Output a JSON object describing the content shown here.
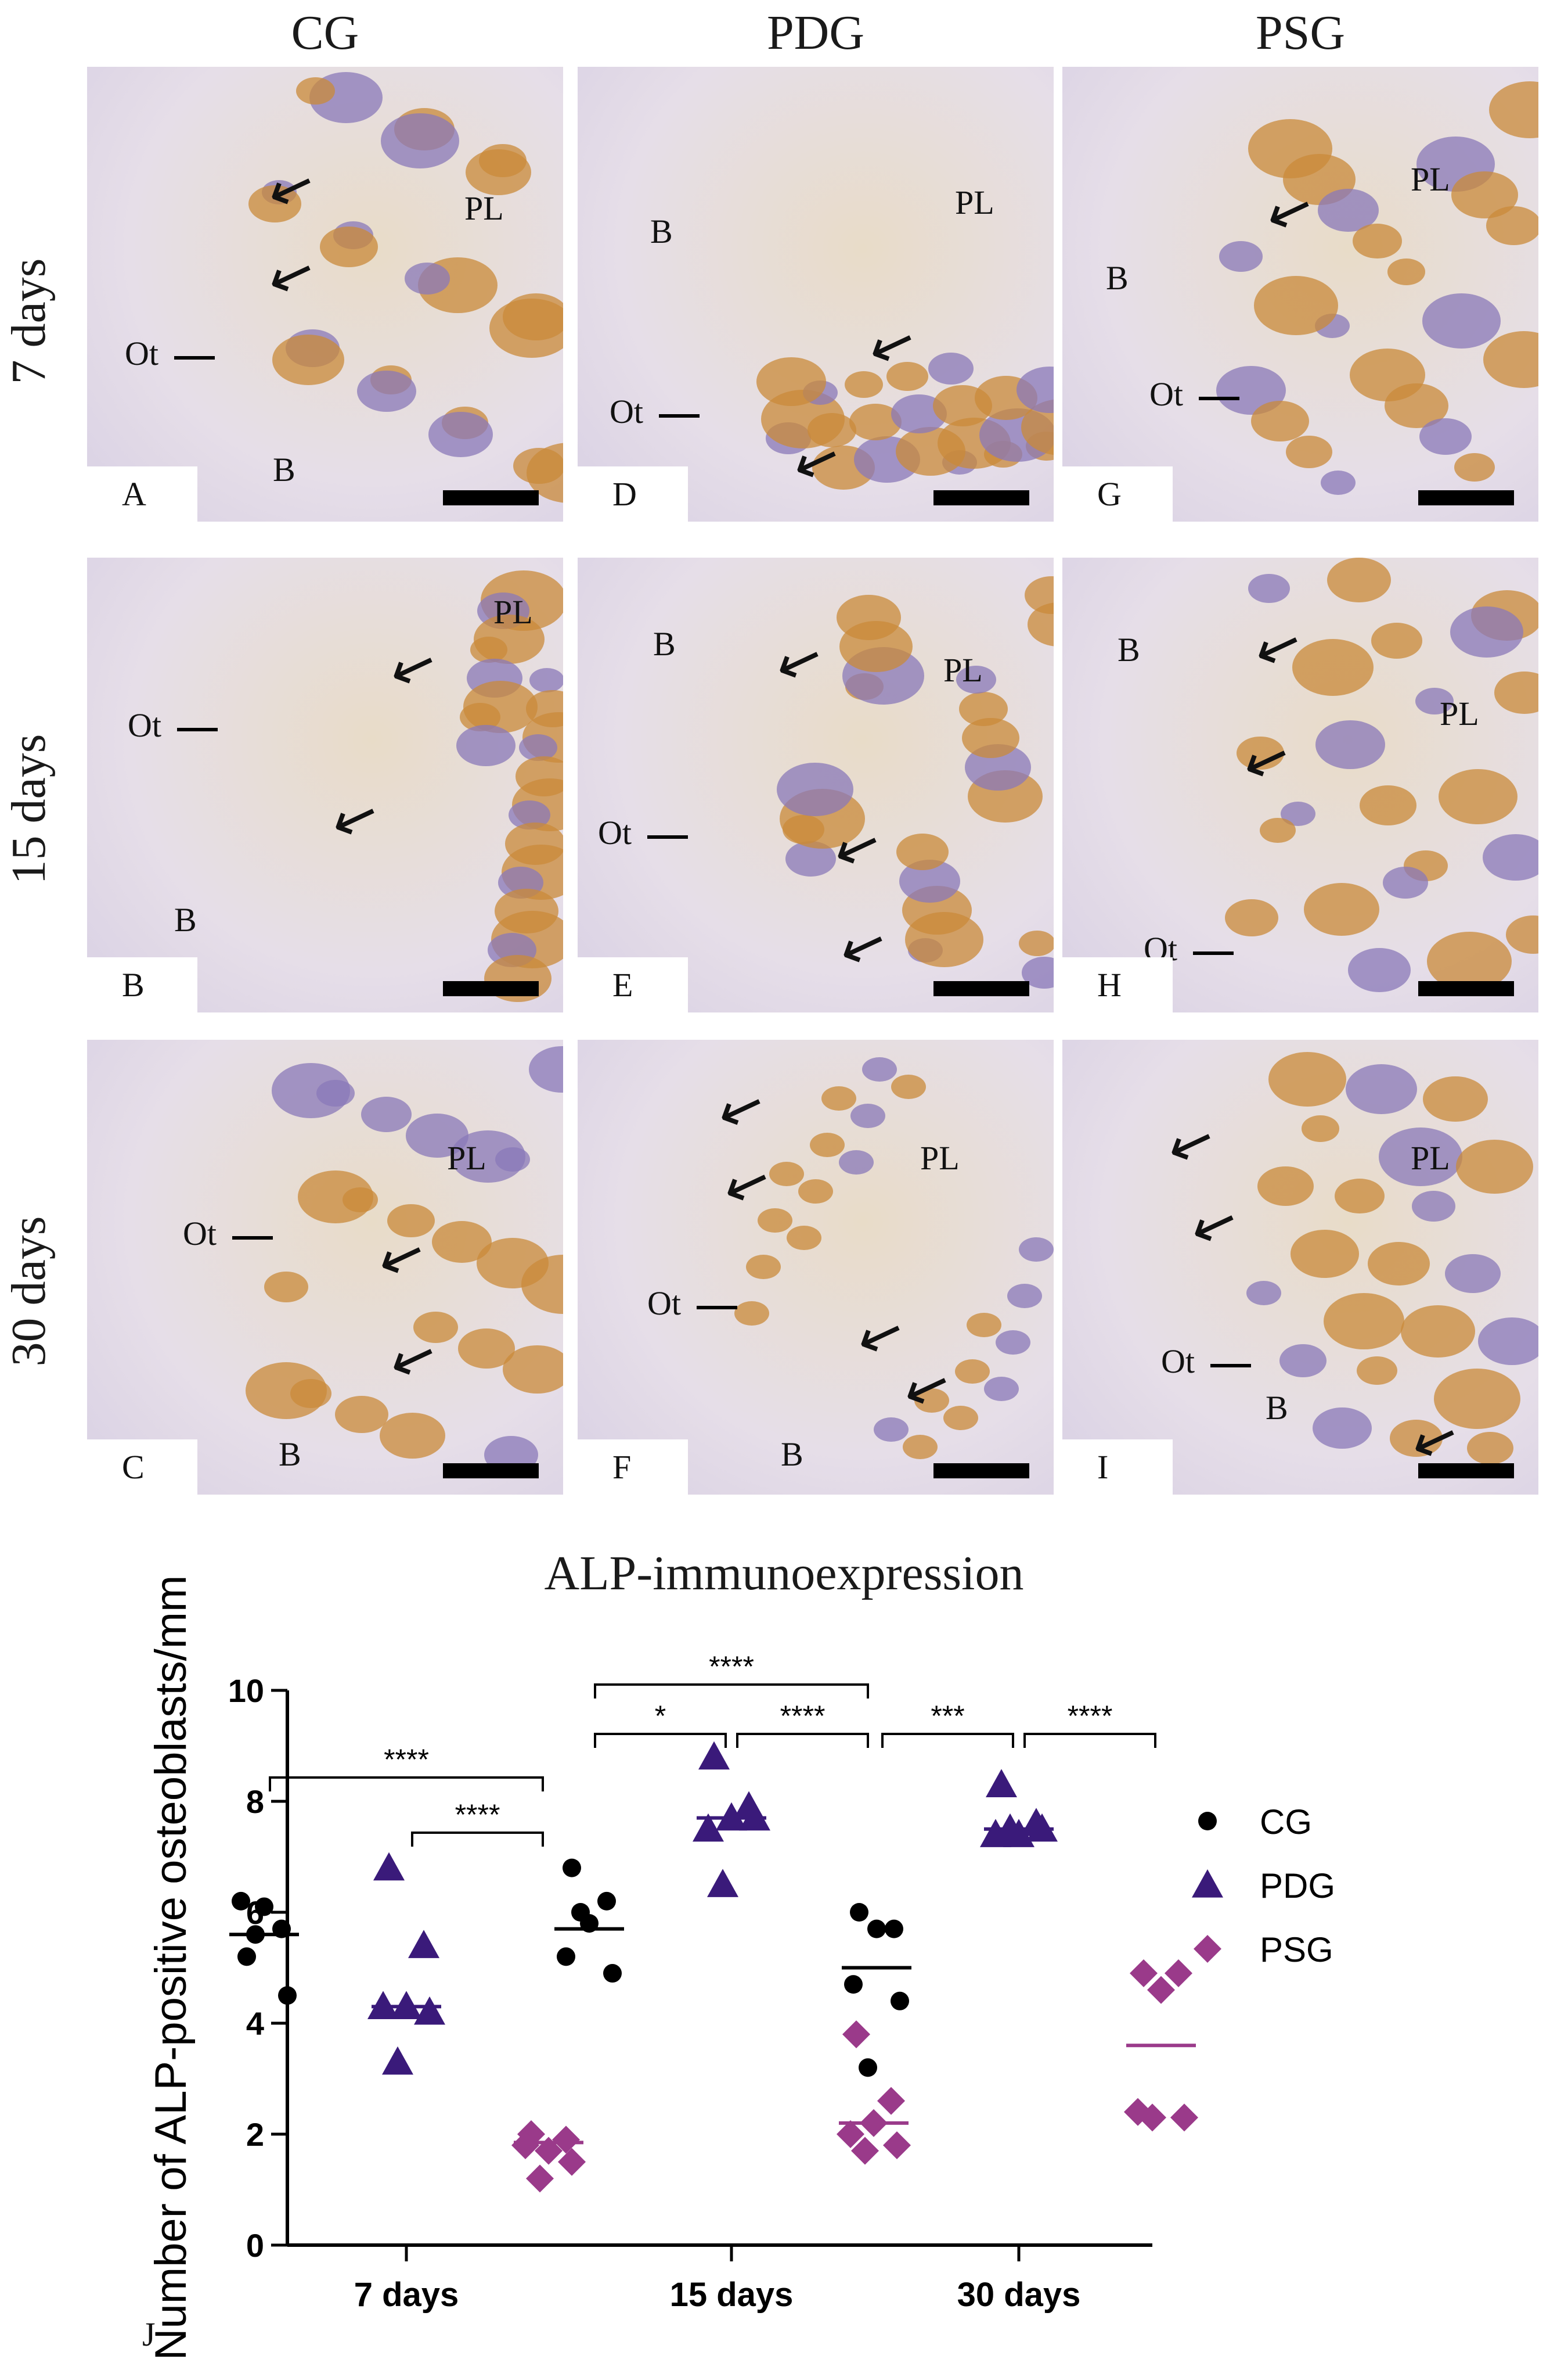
{
  "columns": [
    "CG",
    "PDG",
    "PSG"
  ],
  "rows": [
    "7 days",
    "15 days",
    "30 days"
  ],
  "panels": [
    {
      "letter": "A",
      "labels": {
        "pl": "PL",
        "b": "B",
        "ot": "Ot"
      }
    },
    {
      "letter": "D",
      "labels": {
        "pl": "PL",
        "b": "B",
        "ot": "Ot"
      }
    },
    {
      "letter": "G",
      "labels": {
        "pl": "PL",
        "b": "B",
        "ot": "Ot"
      }
    },
    {
      "letter": "B",
      "labels": {
        "pl": "PL",
        "b": "B",
        "ot": "Ot"
      }
    },
    {
      "letter": "E",
      "labels": {
        "pl": "PL",
        "b": "B",
        "ot": "Ot"
      }
    },
    {
      "letter": "H",
      "labels": {
        "pl": "PL",
        "b": "B",
        "ot": "Ot"
      }
    },
    {
      "letter": "C",
      "labels": {
        "pl": "PL",
        "b": "B",
        "ot": "Ot"
      }
    },
    {
      "letter": "F",
      "labels": {
        "pl": "PL",
        "b": "B",
        "ot": "Ot"
      }
    },
    {
      "letter": "I",
      "labels": {
        "pl": "PL",
        "b": "B",
        "ot": "Ot"
      }
    }
  ],
  "colors": {
    "cg": "#000000",
    "pdg": "#3a1a7a",
    "psg": "#9a3a8a",
    "stain": "#c98a3a",
    "cell": "#8a78b8"
  },
  "chart_data": {
    "type": "scatter",
    "title": "ALP-immunoexpression",
    "panel_letter": "J",
    "ylabel": "Number of ALP-positive osteoblasts/mm",
    "ylim": [
      0,
      10
    ],
    "yticks": [
      0,
      2,
      4,
      6,
      8,
      10
    ],
    "categories": [
      "7 days",
      "15 days",
      "30 days"
    ],
    "series": [
      {
        "name": "CG",
        "marker": "circle",
        "color": "#000000",
        "values": [
          [
            5.2,
            5.7,
            6.1,
            6.2,
            4.5,
            5.6
          ],
          [
            6.8,
            6.2,
            5.8,
            5.2,
            4.9,
            6.0
          ],
          [
            6.0,
            5.7,
            5.7,
            4.7,
            4.4,
            3.2
          ]
        ],
        "means": [
          5.6,
          5.7,
          5.0
        ]
      },
      {
        "name": "PDG",
        "marker": "triangle",
        "color": "#3a1a7a",
        "values": [
          [
            6.8,
            5.4,
            4.3,
            4.3,
            4.2,
            3.3
          ],
          [
            8.8,
            7.9,
            7.7,
            7.5,
            7.7,
            6.5
          ],
          [
            8.3,
            7.6,
            7.4,
            7.4,
            7.5,
            7.5
          ]
        ],
        "means": [
          4.3,
          7.7,
          7.5
        ]
      },
      {
        "name": "PSG",
        "marker": "diamond",
        "color": "#9a3a8a",
        "values": [
          [
            2.0,
            1.9,
            1.7,
            1.8,
            1.5,
            1.2
          ],
          [
            3.8,
            2.6,
            2.2,
            2.0,
            1.8,
            1.7
          ],
          [
            4.9,
            4.9,
            4.6,
            2.4,
            2.3,
            2.3
          ]
        ],
        "means": [
          1.85,
          2.2,
          3.6
        ]
      }
    ],
    "significance": [
      {
        "group": "7 days",
        "from": "CG",
        "to": "PSG",
        "label": "****"
      },
      {
        "group": "7 days",
        "from": "PDG",
        "to": "PSG",
        "label": "****"
      },
      {
        "group": "15 days",
        "from": "CG",
        "to": "PSG",
        "label": "****"
      },
      {
        "group": "15 days",
        "from": "CG",
        "to": "PDG",
        "label": "*"
      },
      {
        "group": "15 days",
        "from": "PDG",
        "to": "PSG",
        "label": "****"
      },
      {
        "group": "30 days",
        "from": "CG",
        "to": "PDG",
        "label": "***"
      },
      {
        "group": "30 days",
        "from": "PDG",
        "to": "PSG",
        "label": "****"
      }
    ],
    "legend_placement": "right"
  }
}
